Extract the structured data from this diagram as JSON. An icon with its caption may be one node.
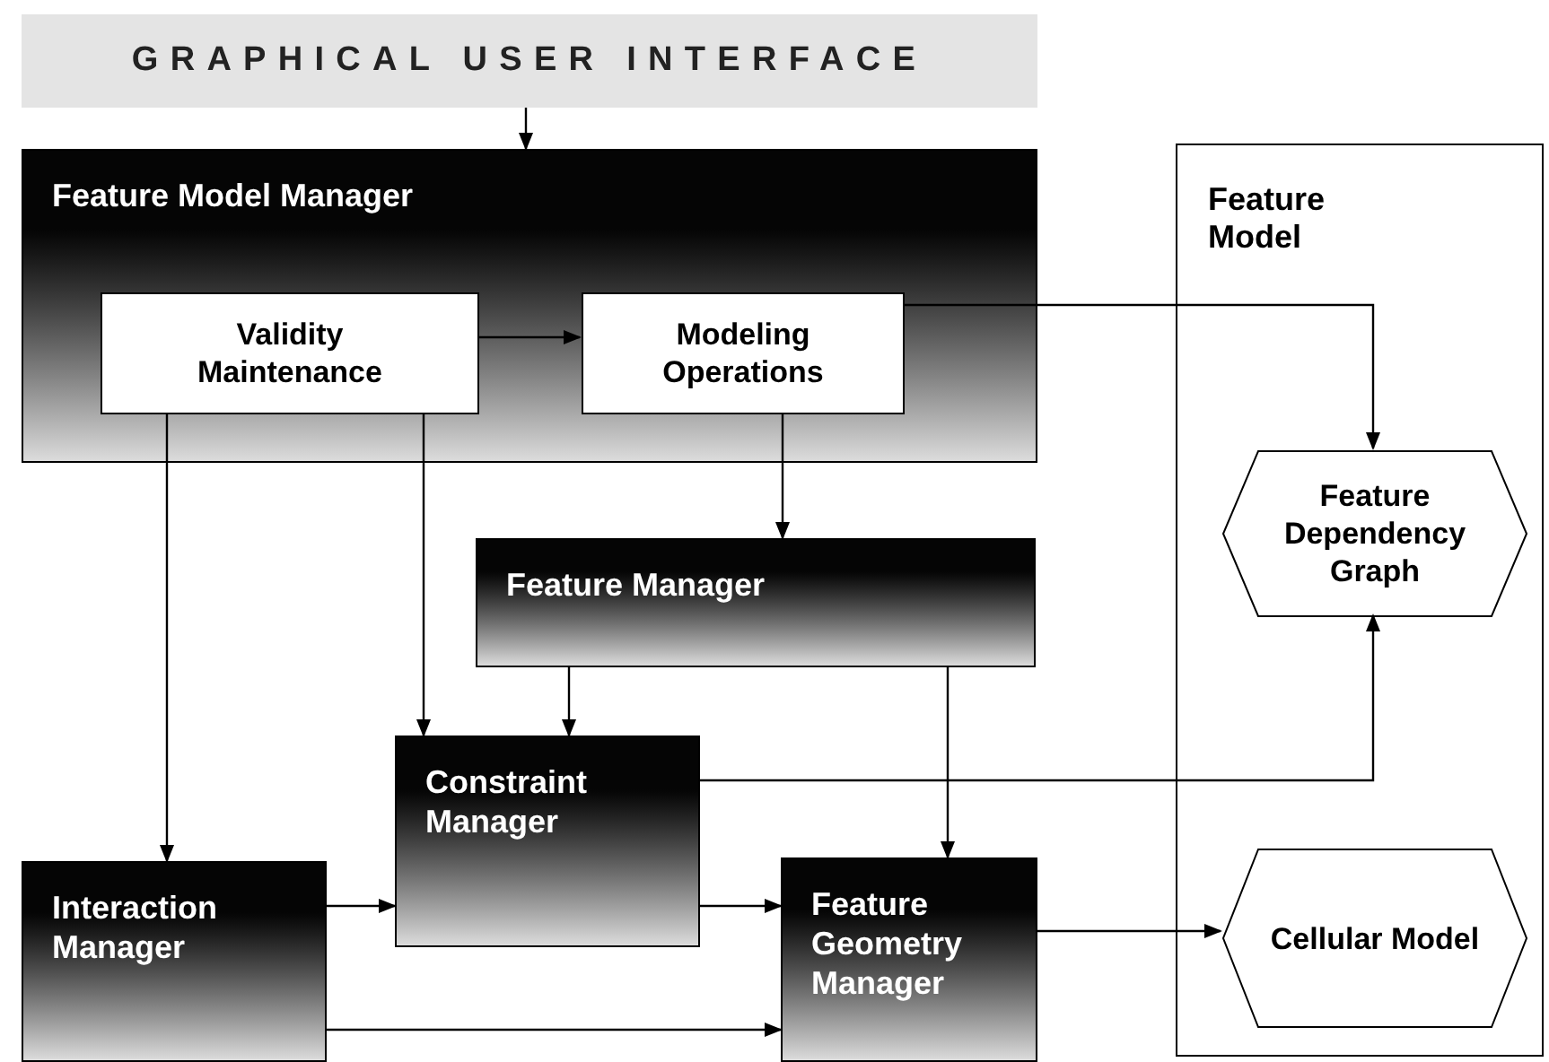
{
  "diagram": {
    "nodes": [
      {
        "text": [
          "GRAPHICAL USER INTERFACE"
        ]
      },
      {
        "text": [
          "Feature Model Manager"
        ]
      },
      {
        "text": [
          "Validity Maintenance"
        ],
        "in": 1
      },
      {
        "text": [
          "Modeling Operations"
        ],
        "in": 1
      },
      {
        "text": [
          "Feature Model"
        ]
      },
      {
        "text": [
          "Feature Dependency Graph"
        ],
        "in": 4
      },
      {
        "text": [
          "Feature Manager"
        ]
      },
      {
        "text": [
          "Constraint Manager"
        ]
      },
      {
        "text": [
          "Interaction Manager"
        ]
      },
      {
        "text": [
          "Feature Geometry Manager"
        ]
      },
      {
        "text": [
          "Cellular Model"
        ],
        "in": 4
      }
    ],
    "edges": [
      {
        "from": 0,
        "to": 1,
        "arrow": "to"
      },
      {
        "from": 2,
        "to": 3,
        "arrow": "to"
      },
      {
        "from": 3,
        "to": 5,
        "arrow": "to"
      },
      {
        "from": 3,
        "to": 6,
        "arrow": "to"
      },
      {
        "from": 2,
        "to": 8,
        "arrow": "to"
      },
      {
        "from": 2,
        "to": 7,
        "arrow": "to"
      },
      {
        "from": 6,
        "to": 7,
        "arrow": "to"
      },
      {
        "from": 6,
        "to": 9,
        "arrow": "to"
      },
      {
        "from": 7,
        "to": 5,
        "arrow": "to"
      },
      {
        "from": 8,
        "to": 7,
        "arrow": "to"
      },
      {
        "from": 7,
        "to": 9,
        "arrow": "to"
      },
      {
        "from": 8,
        "to": 9,
        "arrow": "to"
      },
      {
        "from": 9,
        "to": 10,
        "arrow": "to"
      }
    ]
  }
}
